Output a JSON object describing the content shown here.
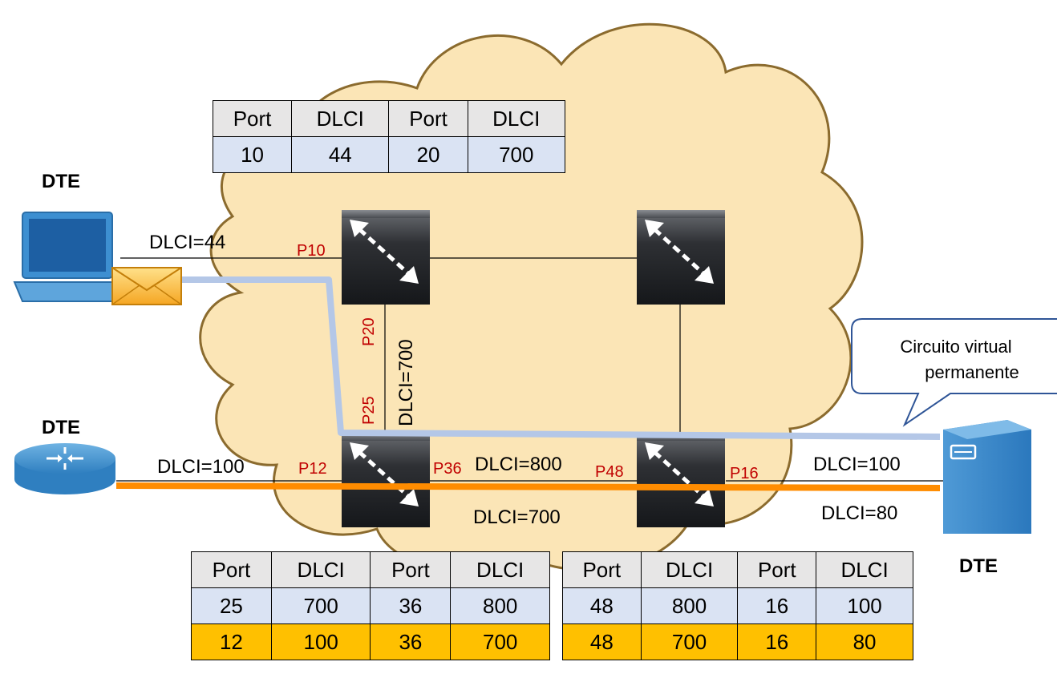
{
  "labels": {
    "dte_laptop": "DTE",
    "dte_router": "DTE",
    "dte_server": "DTE",
    "dlci_laptop": "DLCI=44",
    "dlci_vertical": "DLCI=700",
    "dlci_router": "DLCI=100",
    "dlci_mid_top": "DLCI=800",
    "dlci_mid_bottom": "DLCI=700",
    "dlci_server_top": "DLCI=100",
    "dlci_server_bottom": "DLCI=80"
  },
  "ports": {
    "p10": "P10",
    "p20": "P20",
    "p25": "P25",
    "p12": "P12",
    "p36": "P36",
    "p48": "P48",
    "p16": "P16"
  },
  "callout": {
    "line1": "Circuito virtual",
    "line2": "permanente"
  },
  "colors": {
    "cloud": "#fbe5b6",
    "cloud_border": "#8b6b2e",
    "blue_path": "#b4c7e7",
    "orange_path": "#ff8c00",
    "header": "#e7e6e6",
    "row_blue": "#dae3f3",
    "row_orange": "#ffc000",
    "port_label": "#c00000"
  },
  "tables": {
    "top": {
      "headers": [
        "Port",
        "DLCI",
        "Port",
        "DLCI"
      ],
      "rows": [
        [
          "10",
          "44",
          "20",
          "700"
        ]
      ]
    },
    "bottom_left": {
      "headers": [
        "Port",
        "DLCI",
        "Port",
        "DLCI"
      ],
      "rows": [
        [
          "25",
          "700",
          "36",
          "800"
        ],
        [
          "12",
          "100",
          "36",
          "700"
        ]
      ]
    },
    "bottom_right": {
      "headers": [
        "Port",
        "DLCI",
        "Port",
        "DLCI"
      ],
      "rows": [
        [
          "48",
          "800",
          "16",
          "100"
        ],
        [
          "48",
          "700",
          "16",
          "80"
        ]
      ]
    }
  },
  "icons": [
    "laptop-icon",
    "envelope-icon",
    "router-icon",
    "server-icon",
    "switch-icon"
  ]
}
